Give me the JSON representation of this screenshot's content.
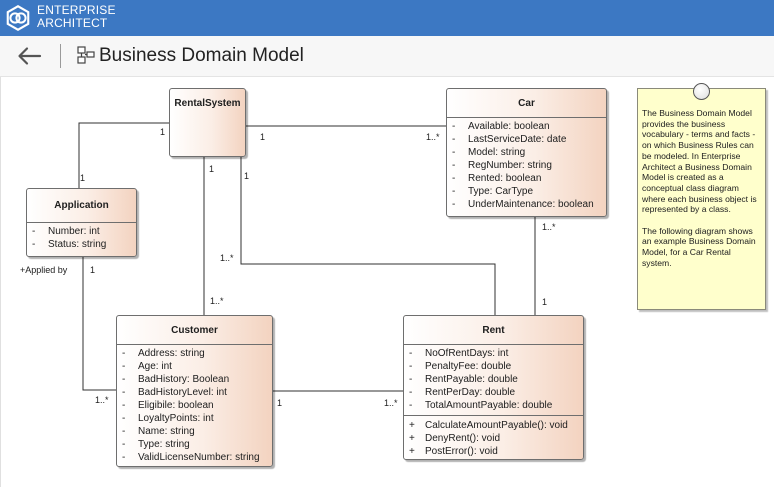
{
  "brand": {
    "line1": "ENTERPRISE",
    "line2": "ARCHITECT"
  },
  "page": {
    "title": "Business Domain Model"
  },
  "diagram": {
    "classes": {
      "rental_system": {
        "name": "RentalSystem"
      },
      "car": {
        "name": "Car",
        "attributes": [
          {
            "vis": "-",
            "text": "Available: boolean"
          },
          {
            "vis": "-",
            "text": "LastServiceDate: date"
          },
          {
            "vis": "-",
            "text": "Model: string"
          },
          {
            "vis": "-",
            "text": "RegNumber: string"
          },
          {
            "vis": "-",
            "text": "Rented: boolean"
          },
          {
            "vis": "-",
            "text": "Type: CarType"
          },
          {
            "vis": "-",
            "text": "UnderMaintenance: boolean"
          }
        ]
      },
      "application": {
        "name": "Application",
        "attributes": [
          {
            "vis": "-",
            "text": "Number: int"
          },
          {
            "vis": "-",
            "text": "Status: string"
          }
        ]
      },
      "customer": {
        "name": "Customer",
        "attributes": [
          {
            "vis": "-",
            "text": "Address: string"
          },
          {
            "vis": "-",
            "text": "Age: int"
          },
          {
            "vis": "-",
            "text": "BadHistory: Boolean"
          },
          {
            "vis": "-",
            "text": "BadHistoryLevel: int"
          },
          {
            "vis": "-",
            "text": "Eligibile: boolean"
          },
          {
            "vis": "-",
            "text": "LoyaltyPoints: int"
          },
          {
            "vis": "-",
            "text": "Name: string"
          },
          {
            "vis": "-",
            "text": "Type: string"
          },
          {
            "vis": "-",
            "text": "ValidLicenseNumber: string"
          }
        ]
      },
      "rent": {
        "name": "Rent",
        "attributes": [
          {
            "vis": "-",
            "text": "NoOfRentDays: int"
          },
          {
            "vis": "-",
            "text": "PenaltyFee: double"
          },
          {
            "vis": "-",
            "text": "RentPayable: double"
          },
          {
            "vis": "-",
            "text": "RentPerDay: double"
          },
          {
            "vis": "-",
            "text": "TotalAmountPayable: double"
          }
        ],
        "operations": [
          {
            "vis": "+",
            "text": "CalculateAmountPayable(): void"
          },
          {
            "vis": "+",
            "text": "DenyRent(): void"
          },
          {
            "vis": "+",
            "text": "PostError(): void"
          }
        ]
      }
    },
    "multiplicities": {
      "rs_app": "1",
      "app_rs": "1",
      "rs_car": "1",
      "car_rs": "1..*",
      "rs_cust": "1",
      "cust_rs": "1..*",
      "rs_rent": "1",
      "rent_rs": "1..*",
      "car_rent": "1..*",
      "rent_car": "1",
      "app_role": "+Applied by",
      "app_cust": "1",
      "cust_app": "1..*",
      "cust_rent": "1",
      "rent_cust": "1..*"
    },
    "note": {
      "paragraph1": "The Business Domain Model provides the business vocabulary - terms and facts - on which Business Rules can be modeled. In Enterprise Architect a Business Domain Model is created as a conceptual class diagram where each business object is represented by a class.",
      "paragraph2": "The following diagram shows an example Business Domain Model, for a Car Rental system."
    }
  }
}
